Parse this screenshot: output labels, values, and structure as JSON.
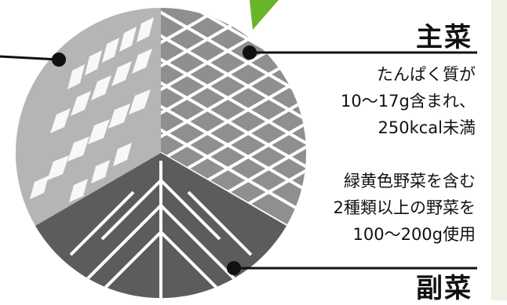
{
  "colors": {
    "pie_light": "#b5b5b5",
    "pie_mid": "#8f8f8f",
    "pie_dark": "#5c5c5c",
    "pattern_white": "#ffffff",
    "leader_line": "#111111",
    "accent_green": "#6ab42a",
    "side_strip": "#eef1e4"
  },
  "main_dish": {
    "heading": "主菜",
    "line1": "たんぱく質が",
    "line2": "10〜17g含まれ、",
    "line3": "250kcal未満"
  },
  "side_dish": {
    "heading": "副菜",
    "line1": "緑黄色野菜を含む",
    "line2": "2種類以上の野菜を",
    "line3": "100〜200g使用"
  }
}
